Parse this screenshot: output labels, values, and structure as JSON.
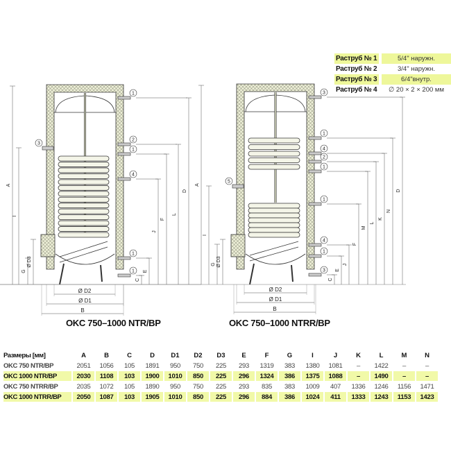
{
  "legend": [
    {
      "label": "Раструб № 1",
      "value": "5/4\" наружн.",
      "highlight": true
    },
    {
      "label": "Раструб № 2",
      "value": "3/4\" наружн.",
      "highlight": false
    },
    {
      "label": "Раструб № 3",
      "value": "6/4\"внутр.",
      "highlight": true
    },
    {
      "label": "Раструб № 4",
      "value": "∅ 20 × 2 × 200 мм",
      "highlight": false
    }
  ],
  "left_drawing": {
    "title": "OKC 750–1000 NTR/BP",
    "markers_right": [
      "1",
      "2",
      "1",
      "4",
      "1",
      "1"
    ],
    "marker_left": "3",
    "dims": {
      "A": "A",
      "I": "I",
      "G": "G",
      "D3": "Ø D3",
      "D": "D",
      "L": "L",
      "F": "F",
      "J": "J",
      "E": "E",
      "C": "C",
      "D2": "Ø D2",
      "D1": "Ø D1",
      "B": "B"
    }
  },
  "right_drawing": {
    "title": "OKC 750–1000 NTRR/BP",
    "markers_right": [
      "3",
      "1",
      "4",
      "2",
      "1",
      "1",
      "4",
      "1",
      "3"
    ],
    "marker_left": "5",
    "dims": {
      "A": "A",
      "I": "I",
      "G": "G",
      "D3": "Ø D3",
      "D": "D",
      "N": "N",
      "K": "K",
      "L": "L",
      "M": "M",
      "F": "F",
      "J": "J",
      "E": "E",
      "C": "C",
      "D2": "Ø D2",
      "D1": "Ø D1",
      "B": "B"
    }
  },
  "table": {
    "header_label": "Размеры [мм]",
    "columns": [
      "A",
      "B",
      "C",
      "D",
      "D1",
      "D2",
      "D3",
      "E",
      "F",
      "G",
      "I",
      "J",
      "K",
      "L",
      "M",
      "N"
    ],
    "rows": [
      {
        "model": "OKC 750 NTR/BP",
        "highlight": false,
        "values": [
          "2051",
          "1056",
          "105",
          "1891",
          "950",
          "750",
          "225",
          "293",
          "1319",
          "383",
          "1380",
          "1081",
          "–",
          "1422",
          "–",
          "–"
        ]
      },
      {
        "model": "OKC 1000 NTR/BP",
        "highlight": true,
        "values": [
          "2030",
          "1108",
          "103",
          "1900",
          "1010",
          "850",
          "225",
          "296",
          "1324",
          "386",
          "1375",
          "1088",
          "–",
          "1490",
          "–",
          "–"
        ]
      },
      {
        "model": "OKC 750 NTRR/BP",
        "highlight": false,
        "values": [
          "2035",
          "1072",
          "105",
          "1890",
          "950",
          "750",
          "225",
          "293",
          "835",
          "383",
          "1009",
          "407",
          "1336",
          "1246",
          "1156",
          "1471"
        ]
      },
      {
        "model": "OKC 1000 NTRR/BP",
        "highlight": true,
        "values": [
          "2050",
          "1087",
          "103",
          "1905",
          "1010",
          "850",
          "225",
          "296",
          "884",
          "386",
          "1024",
          "411",
          "1333",
          "1243",
          "1153",
          "1423"
        ]
      }
    ]
  },
  "colors": {
    "highlight": "#f1f9a8",
    "insulation": "#e9ebd4",
    "line": "#333333"
  }
}
